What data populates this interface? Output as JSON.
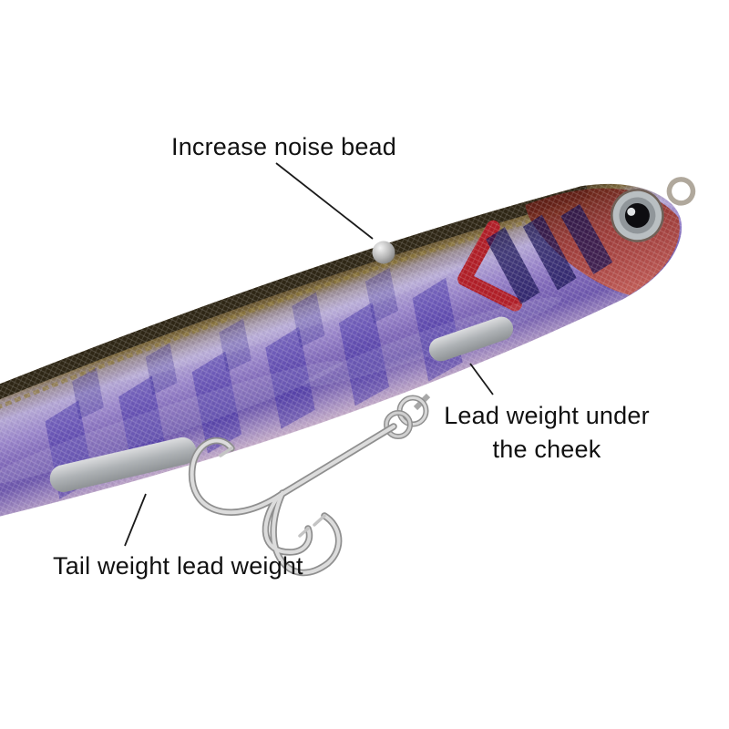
{
  "labels": {
    "noise_bead": "Increase noise bead",
    "cheek_weight_line1": "Lead weight under",
    "cheek_weight_line2": "the cheek",
    "tail_weight": "Tail weight lead weight"
  },
  "colors": {
    "background": "#ffffff",
    "body_purple": "#8d77c0",
    "back_olive": "#3a301c",
    "gold_lateral_line": "#8f7a3c",
    "head_red": "#a6352c",
    "weight_grey": "#b7babd",
    "bead_grey": "#a8a8a8",
    "hook_silver": "#d8d8d8",
    "annotation_line": "#1a1a1a",
    "text": "#111111"
  }
}
